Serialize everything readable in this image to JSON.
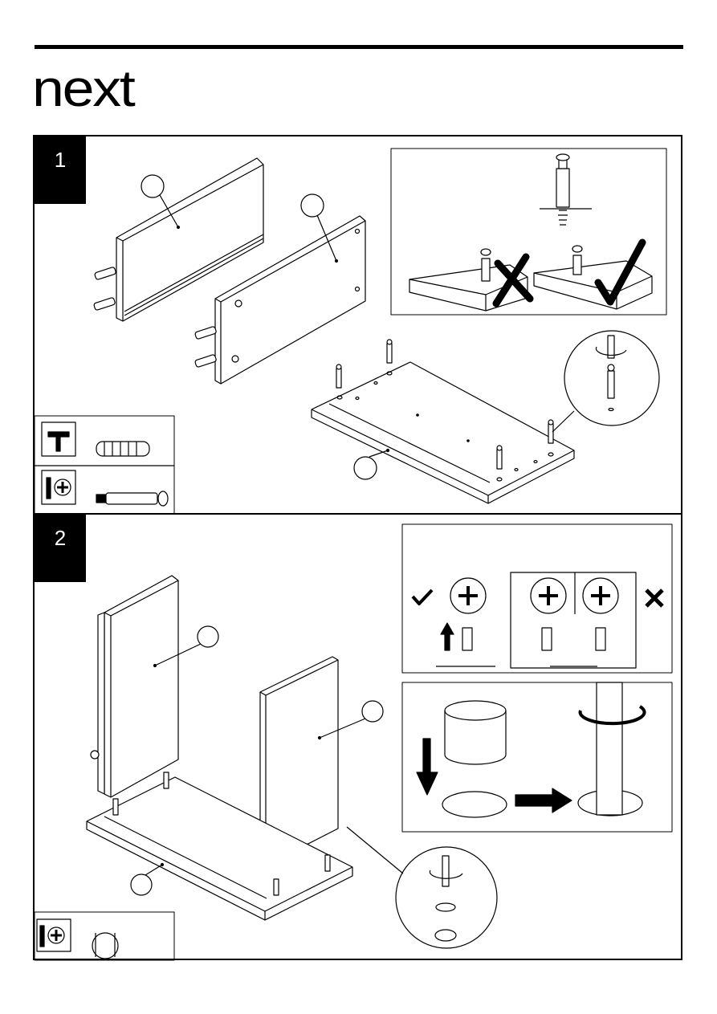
{
  "header": {
    "brand_logo": "next"
  },
  "steps": [
    {
      "number": "1"
    },
    {
      "number": "2"
    }
  ],
  "icons": {
    "hammer": "hammer-icon",
    "screwdriver": "screwdriver-icon",
    "phillips": "phillips-head-icon",
    "wrong": "cross-icon",
    "right": "check-icon"
  }
}
